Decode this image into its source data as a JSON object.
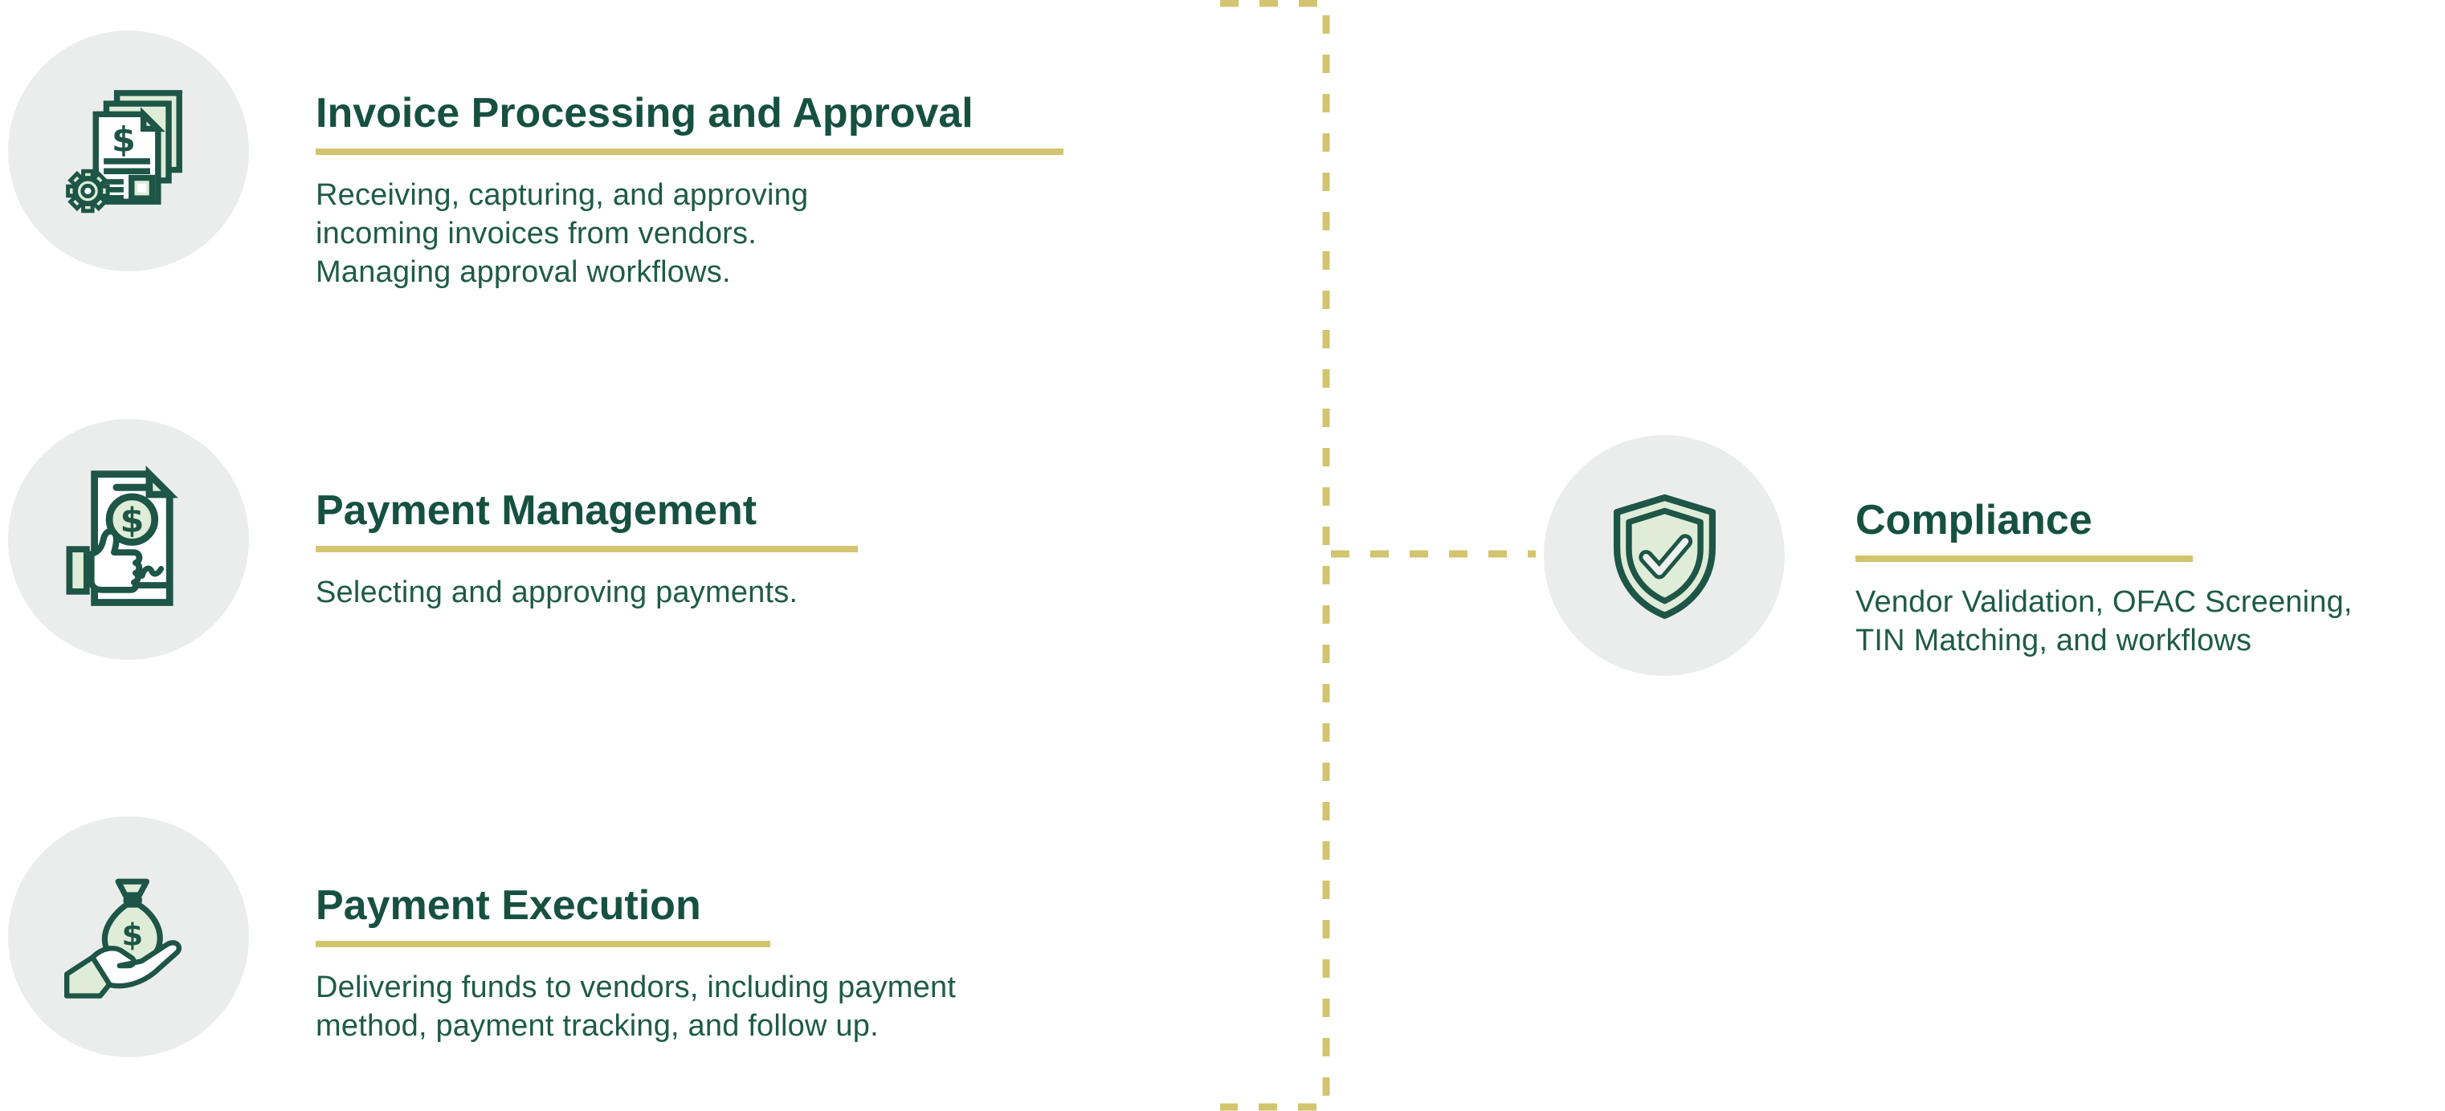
{
  "colors": {
    "title_green": "#165140",
    "text_green": "#1e5b48",
    "gold": "#d3c46f",
    "circle_bg": "#ebedec",
    "icon_stroke": "#1d5546",
    "icon_fill": "#dfecd8",
    "icon_white": "#ffffff",
    "check_white": "#eef1ee",
    "page_bg": "#ffffff"
  },
  "connector": {
    "style": "dashed",
    "color": "#d3c46f"
  },
  "sections": [
    {
      "id": "invoice-processing",
      "icon": "invoice-documents-gear-icon",
      "title": "Invoice Processing and Approval",
      "description": "Receiving, capturing, and approving\nincoming invoices from vendors.\nManaging approval workflows."
    },
    {
      "id": "payment-management",
      "icon": "payment-approval-document-icon",
      "title": "Payment Management",
      "description": "Selecting and approving payments."
    },
    {
      "id": "payment-execution",
      "icon": "money-bag-in-hand-icon",
      "title": "Payment Execution",
      "description": "Delivering funds to vendors, including payment\nmethod, payment tracking, and follow up."
    },
    {
      "id": "compliance",
      "icon": "shield-checkmark-icon",
      "title": "Compliance",
      "description": "Vendor Validation, OFAC Screening,\nTIN Matching, and workflows"
    }
  ]
}
